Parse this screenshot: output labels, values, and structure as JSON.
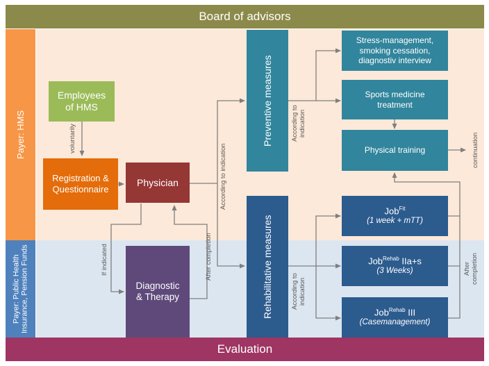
{
  "board": "Board of advisors",
  "evaluation": "Evaluation",
  "payers": {
    "hms": "Payer: HMS",
    "public": "Payer: Public Health Insurance, Pension Funds"
  },
  "boxes": {
    "employees": "Employees of HMS",
    "registration": "Registration & Questionnaire",
    "physician": "Physician",
    "diagnostic": "Diagnostic & Therapy",
    "preventive": "Preventive measures",
    "rehabilitative": "Rehabilitative measures",
    "stress": "Stress-management, smoking cessation, diagnostiv interview",
    "sports": "Sports medicine treatment",
    "training": "Physical training",
    "jobfit": {
      "main": "Job",
      "sup": "Fit",
      "sub": "(1 week + mTT)"
    },
    "jobrehab2": {
      "main": "Job",
      "sup": "Rehab",
      "suffix": " IIa+s",
      "sub": "(3 Weeks)"
    },
    "jobrehab3": {
      "main": "Job",
      "sup": "Rehab",
      "suffix": " III",
      "sub": "(Casemanagement)"
    }
  },
  "labels": {
    "voluntarily": "voluntarily",
    "according_indication": "According to indication",
    "according_prev": "According to indication",
    "according_rehab": "According to indication",
    "continuation": "continuation",
    "if_indicated": "If indicated",
    "after_completion": "After completion",
    "after_completion_right": "After completion"
  },
  "colors": {
    "board": "#8b8a4a",
    "evaluation": "#9e3563",
    "hms_area": "#fde9d9",
    "public_area": "#dce6f1",
    "hms_tab": "#f79646",
    "public_tab": "#4f81bd",
    "employees": "#9bbb59",
    "registration": "#e46c0a",
    "physician": "#953735",
    "diagnostic": "#5f497a",
    "teal": "#31859c",
    "navy": "#2c5b8e"
  }
}
